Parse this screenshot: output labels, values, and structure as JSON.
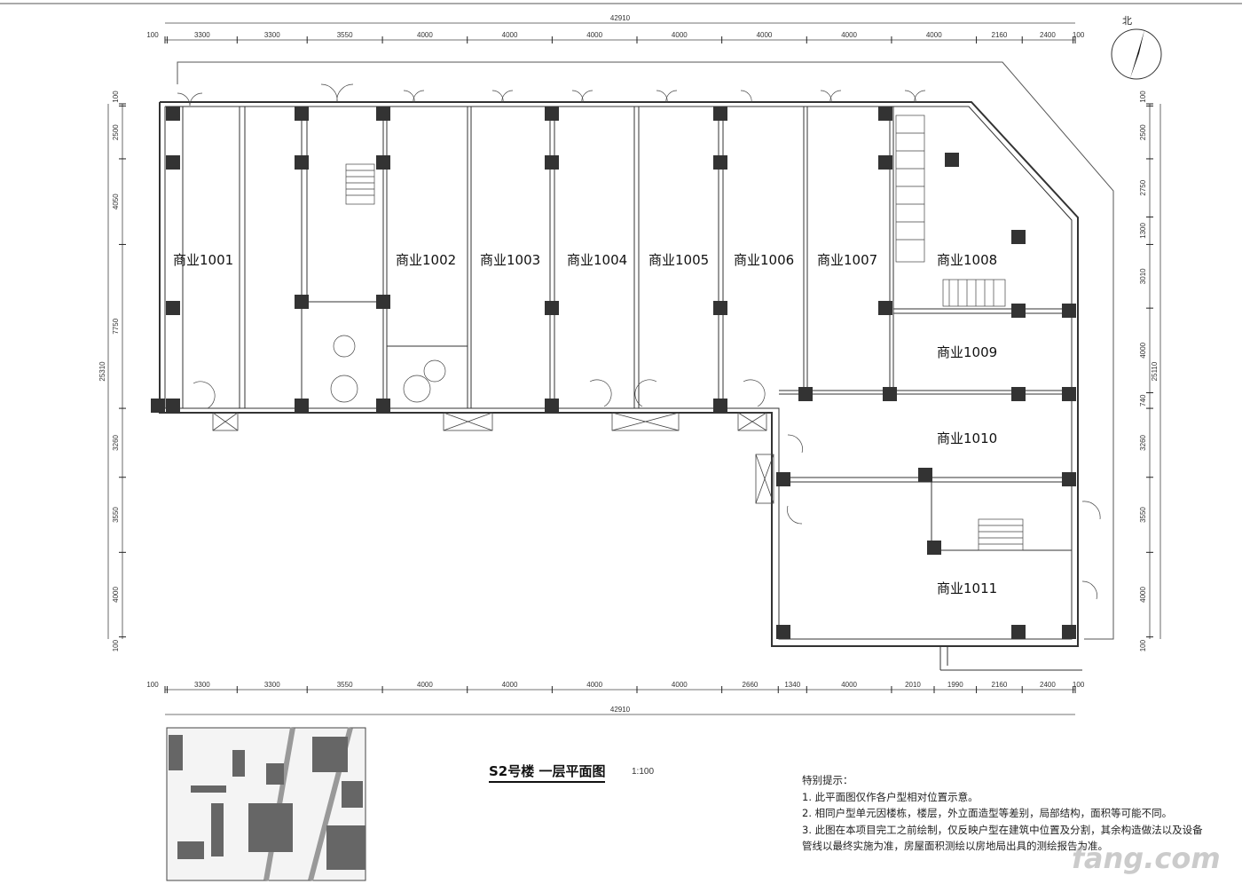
{
  "drawing": {
    "title": "S2号楼  一层平面图",
    "scale": "1:100",
    "north_label": "北",
    "top_dims": {
      "total": "42910",
      "segments": [
        "100",
        "3300",
        "3300",
        "3550",
        "4000",
        "4000",
        "4000",
        "4000",
        "4000",
        "4000",
        "4000",
        "2160",
        "2400",
        "100"
      ]
    },
    "bottom_dims": {
      "total": "42910",
      "segments": [
        "100",
        "3300",
        "3300",
        "3550",
        "4000",
        "4000",
        "4000",
        "4000",
        "2660",
        "1340",
        "4000",
        "2010",
        "1990",
        "2160",
        "2400",
        "100"
      ]
    },
    "left_dims": {
      "total": "25310",
      "segments": [
        "100",
        "2500",
        "4050",
        "7750",
        "3260",
        "3550",
        "4000",
        "100"
      ]
    },
    "right_dims": {
      "total": "25110",
      "segments": [
        "100",
        "2500",
        "2750",
        "1300",
        "3010",
        "4000",
        "740",
        "3260",
        "3550",
        "4000",
        "100"
      ]
    },
    "rooms": [
      "商业1001",
      "商业1002",
      "商业1003",
      "商业1004",
      "商业1005",
      "商业1006",
      "商业1007",
      "商业1008",
      "商业1009",
      "商业1010",
      "商业1011"
    ]
  },
  "notes": {
    "heading": "特别提示：",
    "items": [
      "1. 此平面图仅作各户型相对位置示意。",
      "2. 相同户型单元因楼栋，楼层，外立面造型等差别，局部结构，面积等可能不同。",
      "3. 此图在本项目完工之前绘制，仅反映户型在建筑中位置及分割，其余构造做法以及设备管线以最终实施为准，房屋面积测绘以房地局出具的测绘报告为准。"
    ]
  },
  "watermark": "fang.com",
  "colors": {
    "line": "#333333",
    "column": "#333333",
    "frame": "#999999"
  }
}
